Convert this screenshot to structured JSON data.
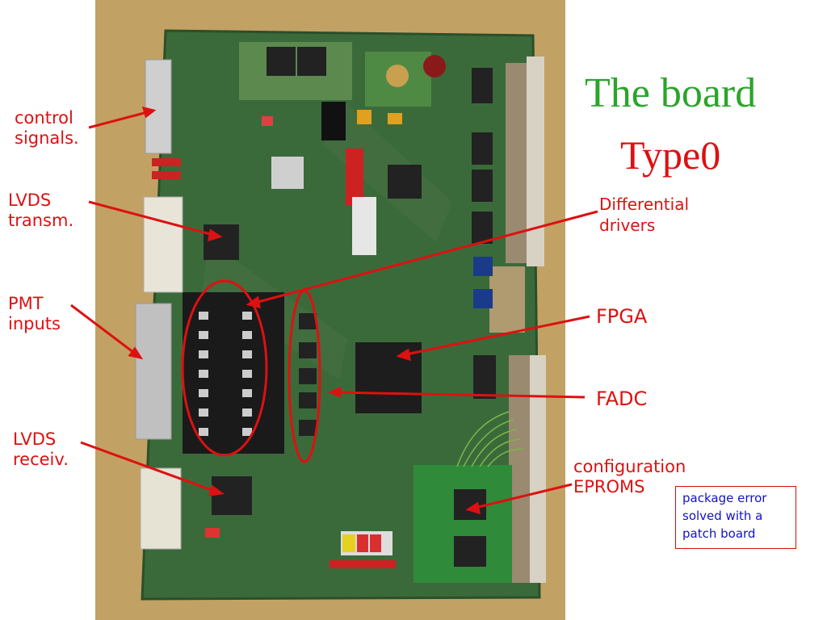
{
  "title": "The board",
  "subtitle": "Type0",
  "labels": {
    "control": [
      "control",
      "signals."
    ],
    "lvds_transm": [
      "LVDS",
      "transm."
    ],
    "pmt": [
      "PMT",
      "inputs"
    ],
    "lvds_receiv": [
      "LVDS",
      "receiv."
    ],
    "diff_drivers": [
      "Differential",
      "drivers"
    ],
    "fpga": "FPGA",
    "fadc": "FADC",
    "config": [
      "configuration",
      "EPROMS"
    ]
  },
  "note": [
    "package error",
    "solved with a",
    "patch board"
  ],
  "colors": {
    "title_green": "#2aa52a",
    "label_red": "#dd1111",
    "note_blue": "#1111cc"
  }
}
